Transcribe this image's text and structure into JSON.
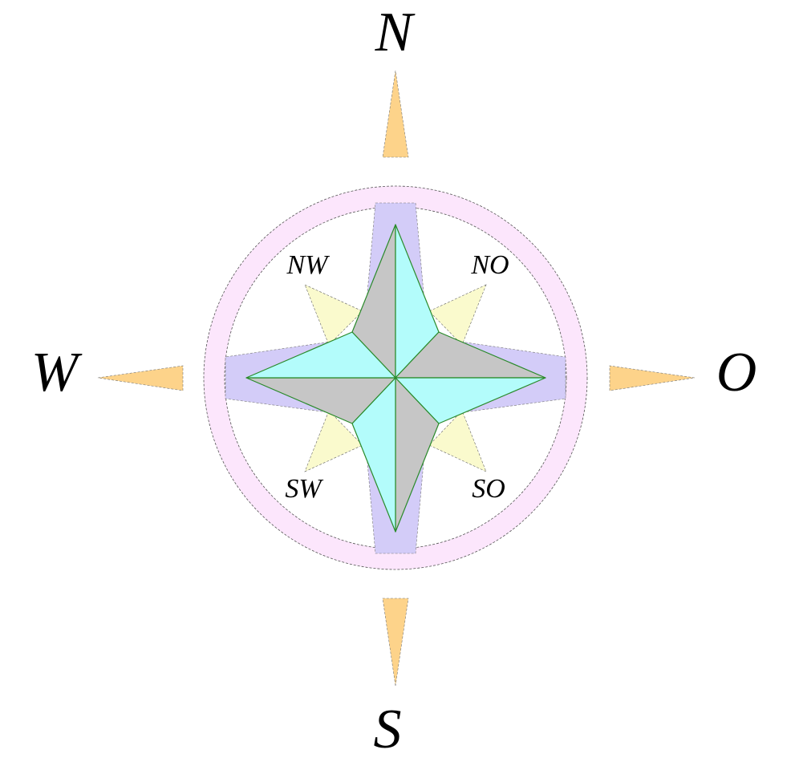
{
  "cardinals": {
    "north": "N",
    "south": "S",
    "west": "W",
    "east": "O"
  },
  "intercardinals": {
    "northwest": "NW",
    "northeast": "NO",
    "southwest": "SW",
    "southeast": "SO"
  },
  "colors": {
    "ring": "#fce6fc",
    "cross_band": "#d3ccf8",
    "intercardinal_points": "#fafacd",
    "star_light": "#b3fcfb",
    "star_dark": "#c6c6c6",
    "star_stroke": "#2a8a2a",
    "outer_arrows": "#fdd38a"
  }
}
